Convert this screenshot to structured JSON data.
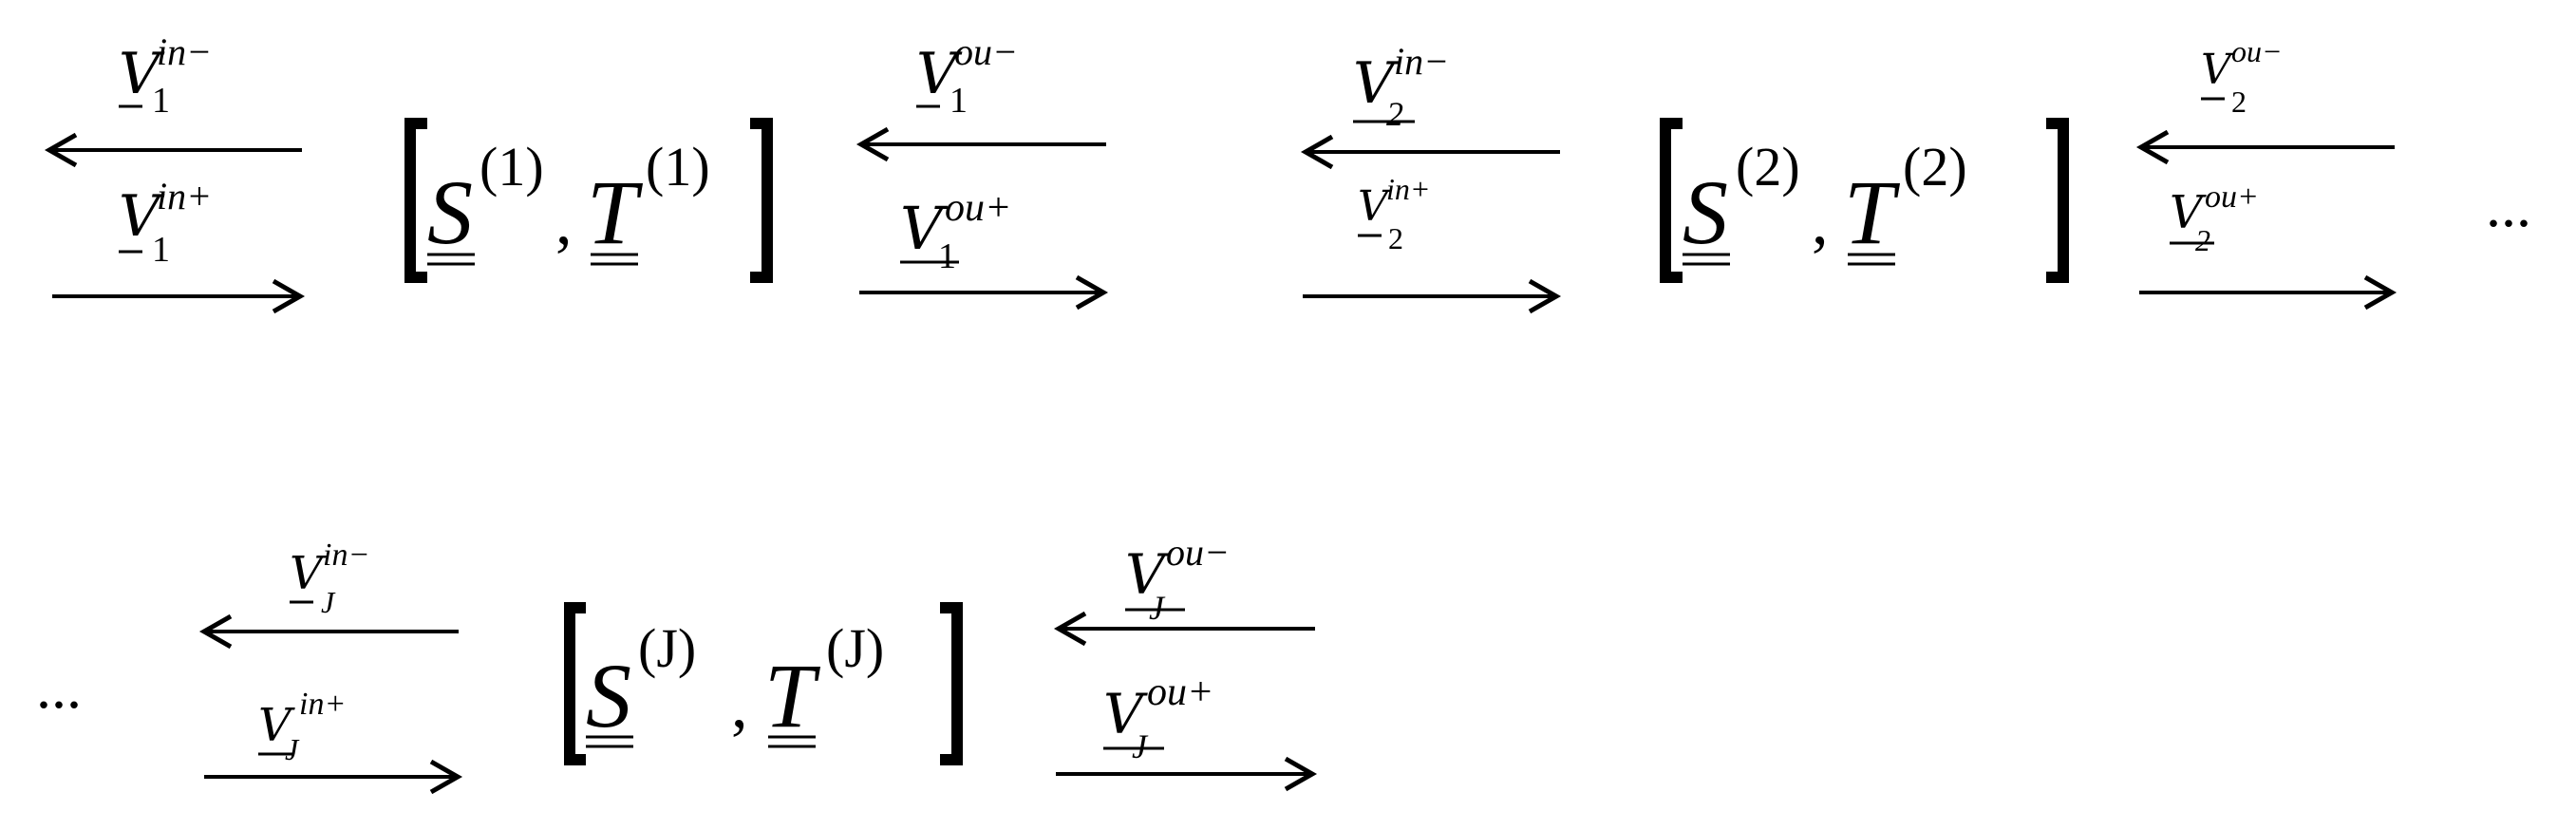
{
  "diagram": {
    "ellipsis": "...",
    "sections": [
      {
        "index": "1",
        "v_in_minus": {
          "base": "V",
          "sub": "1",
          "sup": "in−"
        },
        "v_in_plus": {
          "base": "V",
          "sub": "1",
          "sup": "in+"
        },
        "block": {
          "s": "S",
          "t": "T",
          "sup": "(1)"
        },
        "v_ou_minus": {
          "base": "V",
          "sub": "1",
          "sup": "ou−"
        },
        "v_ou_plus": {
          "base": "V",
          "sub": "1",
          "sup": "ou+"
        }
      },
      {
        "index": "2",
        "v_in_minus": {
          "base": "V",
          "sub": "2",
          "sup": "in−"
        },
        "v_in_plus": {
          "base": "V",
          "sub": "2",
          "sup": "in+"
        },
        "block": {
          "s": "S",
          "t": "T",
          "sup": "(2)"
        },
        "v_ou_minus": {
          "base": "V",
          "sub": "2",
          "sup": "ou−"
        },
        "v_ou_plus": {
          "base": "V",
          "sub": "2",
          "sup": "ou+"
        }
      },
      {
        "index": "J",
        "v_in_minus": {
          "base": "V",
          "sub": "J",
          "sup": "in−"
        },
        "v_in_plus": {
          "base": "V",
          "sub": "J",
          "sup": "in+"
        },
        "block": {
          "s": "S",
          "t": "T",
          "sup": "(J)"
        },
        "v_ou_minus": {
          "base": "V",
          "sub": "J",
          "sup": "ou−"
        },
        "v_ou_plus": {
          "base": "V",
          "sub": "J",
          "sup": "ou+"
        }
      }
    ]
  }
}
